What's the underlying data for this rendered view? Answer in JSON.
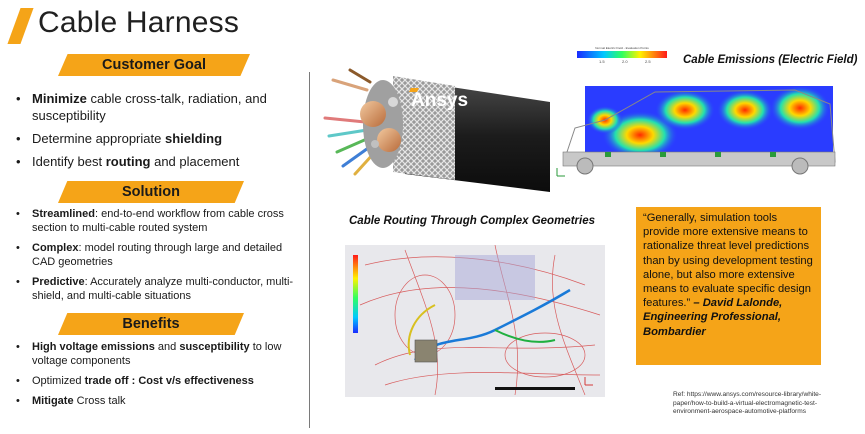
{
  "title": "Cable Harness",
  "customer_goal": {
    "heading": "Customer Goal",
    "items": [
      {
        "bold": "Minimize",
        "rest": " cable cross-talk, radiation, and susceptibility"
      },
      {
        "pre": "Determine appropriate ",
        "bold": "shielding"
      },
      {
        "pre": "Identify best ",
        "bold": "routing",
        "rest": " and placement"
      }
    ]
  },
  "solution": {
    "heading": "Solution",
    "items": [
      {
        "bold": "Streamlined",
        "rest": ": end-to-end workflow from cable cross section to multi-cable routed system"
      },
      {
        "bold": "Complex",
        "rest": ": model routing through large and detailed CAD geometries"
      },
      {
        "bold": "Predictive",
        "rest": ": Accurately analyze multi-conductor, multi-shield, and multi-cable situations"
      }
    ]
  },
  "benefits": {
    "heading": "Benefits",
    "items": [
      {
        "bold": "High voltage emissions",
        "mid": " and ",
        "bold2": "susceptibility",
        "rest": " to low voltage components"
      },
      {
        "pre": "Optimized ",
        "bold": "trade off : Cost v/s effectiveness"
      },
      {
        "bold": "Mitigate",
        "rest": " Cross talk"
      }
    ]
  },
  "cable_image": {
    "logo_text": "Ansys"
  },
  "emissions": {
    "caption": "Cable Emissions (Electric Field)",
    "colorbar_label": "Normal Electric Field - Evaluation Points",
    "colorbar_ticks": [
      "1.5",
      "2.0",
      "2.5"
    ]
  },
  "routing": {
    "caption": "Cable Routing Through Complex Geometries"
  },
  "quote": {
    "text": "“Generally, simulation tools provide more extensive means to rationalize threat level predictions than by using development testing alone, but also more extensive means to evaluate specific design features.”",
    "attribution": " – David Lalonde, Engineering Professional, Bombardier"
  },
  "reference": "Ref: https://www.ansys.com/resource-library/white-paper/how-to-build-a-virtual-electromagnetic-test-environment-aerospace-automotive-platforms",
  "colors": {
    "accent": "#f5a418"
  }
}
